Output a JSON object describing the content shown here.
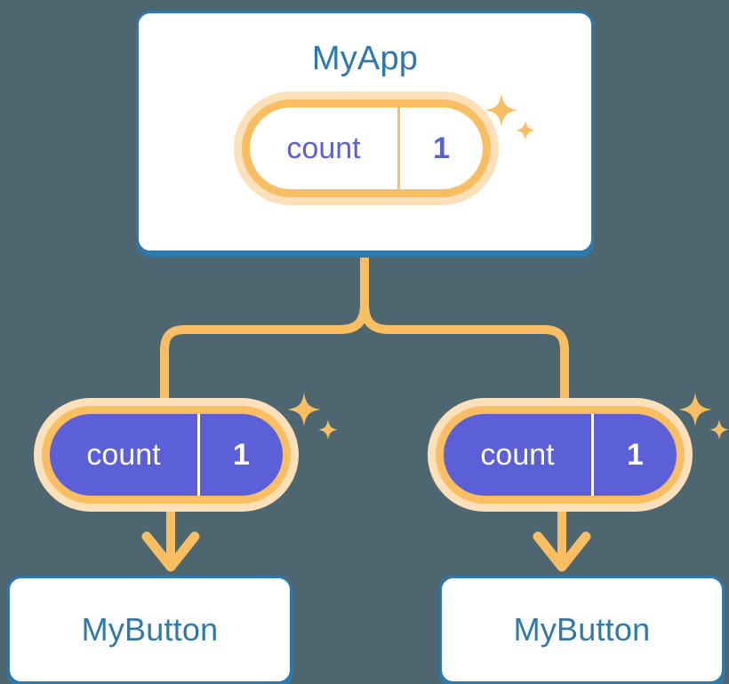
{
  "diagram": {
    "title": "MyApp",
    "background_color": "#4d6670",
    "accent_colors": {
      "card_border": "#2e79ab",
      "card_text": "#2e79ab",
      "pill_ring": "#f9bd62",
      "pill_glow": "#fbe0b9",
      "pill_fill_purple": "#5b5fd8",
      "pill_text_purple": "#5b5fd8",
      "connector": "#f9bd62"
    }
  },
  "app_card": {
    "title": "MyApp",
    "state_pill": {
      "key": "count",
      "value": "1"
    },
    "sparkle_icon": "sparkle-icon"
  },
  "children": [
    {
      "state_pill": {
        "key": "count",
        "value": "1"
      },
      "sparkle_icon": "sparkle-icon",
      "button_label": "MyButton"
    },
    {
      "state_pill": {
        "key": "count",
        "value": "1"
      },
      "sparkle_icon": "sparkle-icon",
      "button_label": "MyButton"
    }
  ],
  "connectors": {
    "trunk_icon": "branch-connector",
    "arrow_icon": "arrow-down-icon"
  }
}
